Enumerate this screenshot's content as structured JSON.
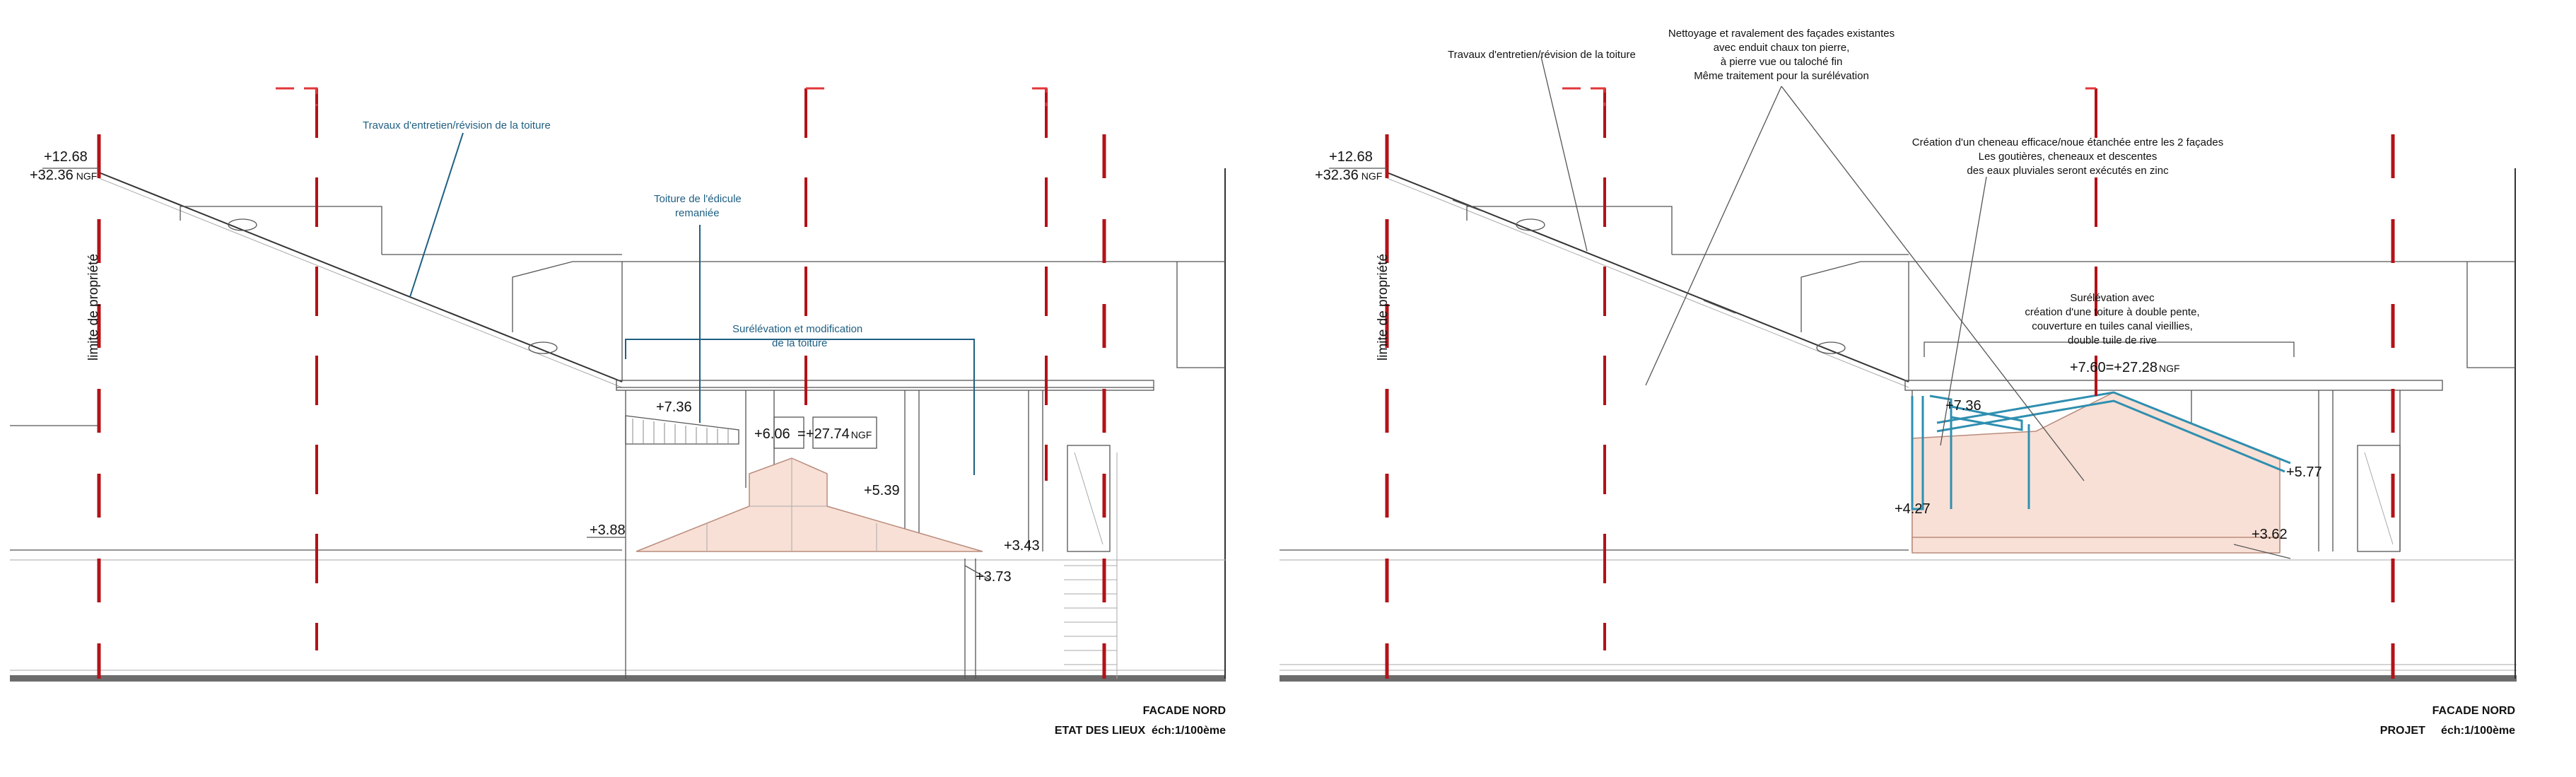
{
  "left_panel": {
    "property_limit": "limite de propriété",
    "levels": {
      "top_relative": "+12.68",
      "top_ngf": "+32.36",
      "top_ngf_unit": "NGF",
      "edicule": "+7.36",
      "ridge_relative": "+6.06",
      "ridge_eq": "=",
      "ridge_ngf": "+27.74",
      "ridge_ngf_unit": "NGF",
      "right_eave": "+5.39",
      "left_eave": "+3.88",
      "courtyard": "+3.43",
      "low": "+3.73"
    },
    "notes": {
      "roof_maintenance": "Travaux d'entretien/révision de la toiture",
      "edicule_roof": [
        "Toiture de l'édicule",
        "remaniée"
      ],
      "raise_roof": [
        "Surélévation et modification",
        "de la toiture"
      ]
    },
    "title": [
      "FACADE NORD",
      "ETAT DES LIEUX  éch:1/100ème"
    ]
  },
  "right_panel": {
    "property_limit": "limite de propriété",
    "levels": {
      "top_relative": "+12.68",
      "top_ngf": "+32.36",
      "top_ngf_unit": "NGF",
      "edicule": "+7.36",
      "ridge": "+7.60=+27.28",
      "ridge_ngf_unit": "NGF",
      "left_wall": "+4.27",
      "right_eave": "+5.77",
      "floor": "+3.62"
    },
    "notes": {
      "roof_maintenance": "Travaux d'entretien/révision de la toiture",
      "facades": [
        "Nettoyage et ravalement des façades existantes",
        "avec enduit chaux ton pierre,",
        "à pierre vue ou taloché fin",
        "Même traitement pour la surélévation"
      ],
      "gutter": [
        "Création d'un cheneau efficace/noue étanchée entre les 2 façades",
        "Les goutières, cheneaux et descentes",
        "des eaux pluviales seront exécutés en zinc"
      ],
      "raise": [
        "Surélévation avec",
        "création d'une toiture à double pente,",
        "couverture en tuiles canal vieillies,",
        "double tuile de rive"
      ]
    },
    "title": [
      "FACADE NORD",
      "PROJET     éch:1/100ème"
    ]
  },
  "colors": {
    "pile_red": "#b31217",
    "annotation_blue": "#1f5f82",
    "new_roof_pink": "#f8e0d6",
    "zinc_teal": "#2f8fb0"
  }
}
